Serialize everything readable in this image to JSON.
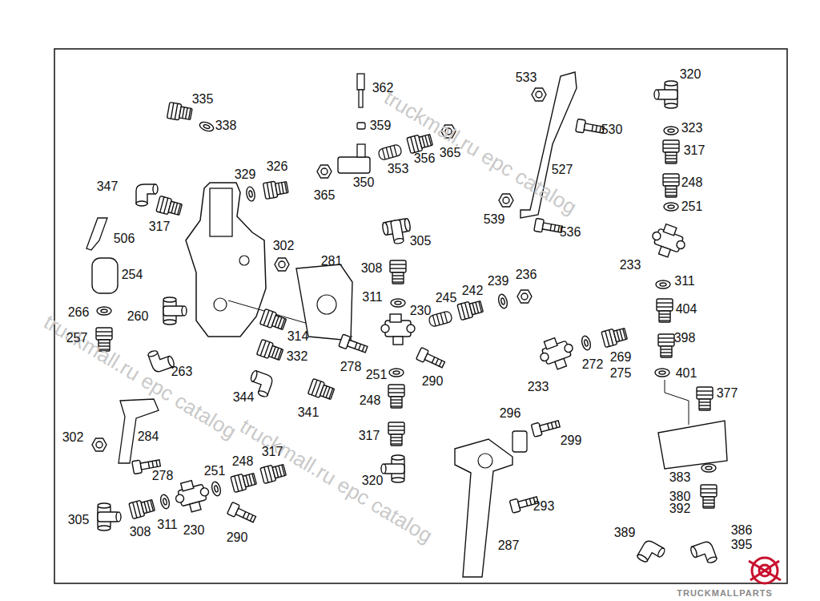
{
  "diagram": {
    "labels": [
      "335",
      "338",
      "362",
      "359",
      "326",
      "329",
      "347",
      "317",
      "365",
      "350",
      "353",
      "356",
      "365",
      "533",
      "530",
      "527",
      "539",
      "536",
      "320",
      "323",
      "317",
      "248",
      "251",
      "233",
      "311",
      "404",
      "398",
      "401",
      "377",
      "506",
      "254",
      "302",
      "281",
      "305",
      "308",
      "311",
      "230",
      "245",
      "242",
      "239",
      "236",
      "266",
      "260",
      "257",
      "314",
      "332",
      "278",
      "251",
      "290",
      "248",
      "263",
      "344",
      "341",
      "317",
      "320",
      "233",
      "272",
      "269",
      "275",
      "296",
      "299",
      "293",
      "287",
      "302",
      "284",
      "278",
      "317",
      "248",
      "251",
      "305",
      "308",
      "311",
      "230",
      "290",
      "383",
      "380",
      "392",
      "389",
      "386",
      "395",
      "truckmall.ru epc catalog",
      "truckmall.ru epc catalog",
      "truckmall.ru epc catalog",
      "TRUCKMALLPARTS"
    ]
  }
}
